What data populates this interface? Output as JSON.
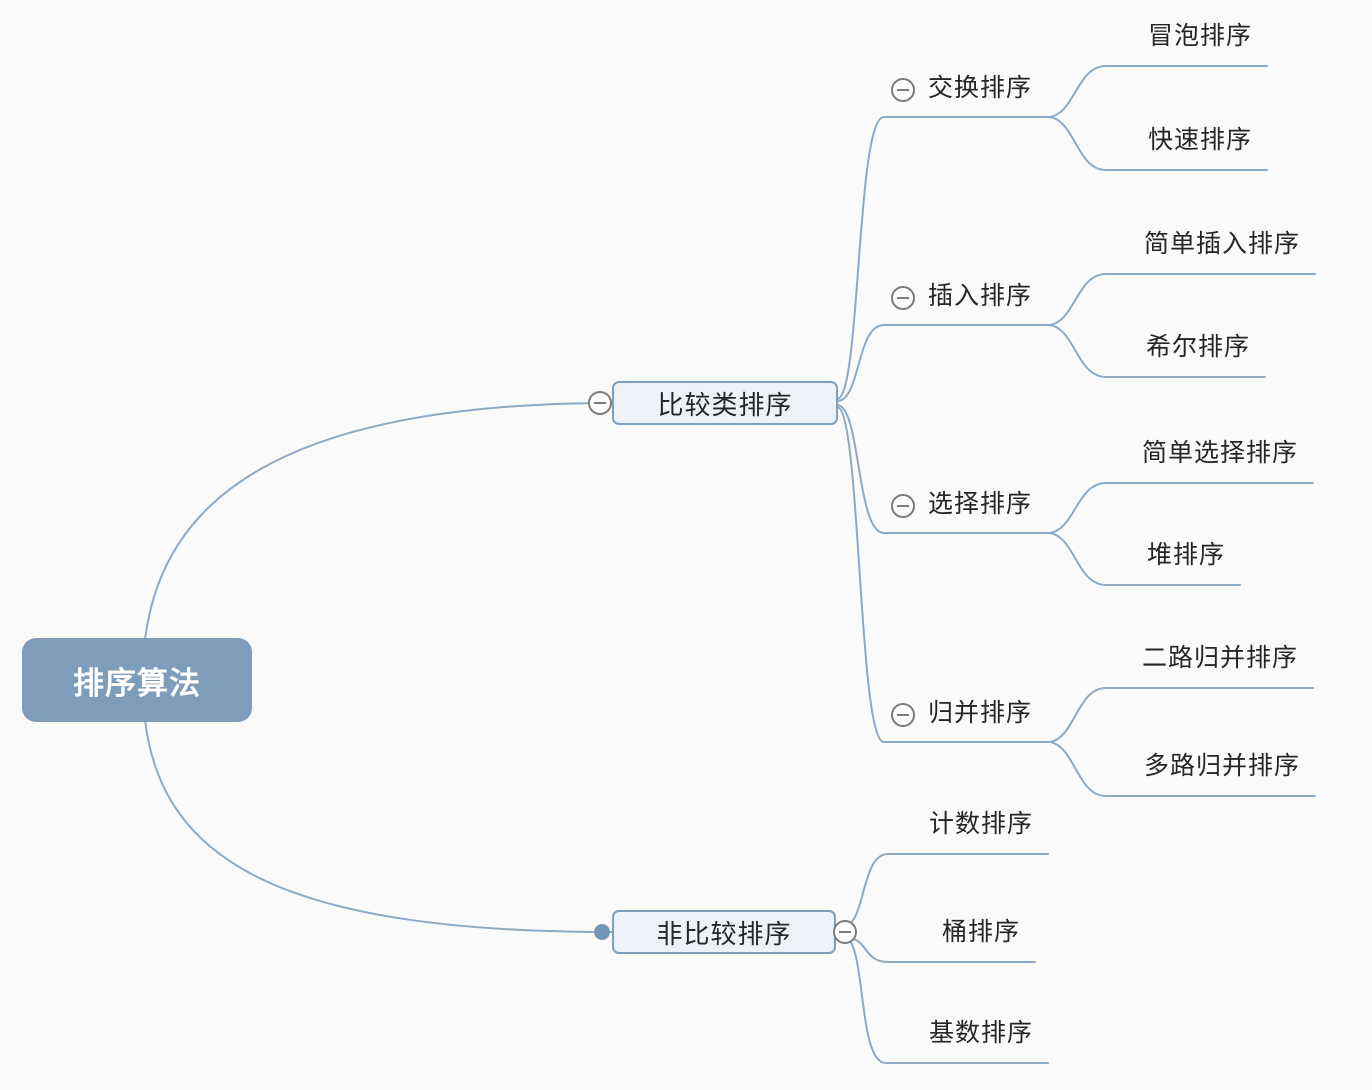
{
  "diagram": {
    "colors": {
      "background": "#fafafa",
      "line": "#8caac6",
      "root_fill": "#7e9dba",
      "root_text": "#ffffff",
      "topic_fill": "#edf2f8",
      "topic_border": "#7da0bf",
      "text": "#262626",
      "icon_border": "#7b7b7b",
      "dot": "#7395b7"
    },
    "icons": {
      "collapse": "minus-circle",
      "anchor": "filled-dot"
    },
    "root": {
      "label": "排序算法"
    },
    "branches": [
      {
        "label": "比较类排序",
        "children": [
          {
            "label": "交换排序",
            "children": [
              {
                "label": "冒泡排序"
              },
              {
                "label": "快速排序"
              }
            ]
          },
          {
            "label": "插入排序",
            "children": [
              {
                "label": "简单插入排序"
              },
              {
                "label": "希尔排序"
              }
            ]
          },
          {
            "label": "选择排序",
            "children": [
              {
                "label": "简单选择排序"
              },
              {
                "label": "堆排序"
              }
            ]
          },
          {
            "label": "归并排序",
            "children": [
              {
                "label": "二路归并排序"
              },
              {
                "label": "多路归并排序"
              }
            ]
          }
        ]
      },
      {
        "label": "非比较排序",
        "children": [
          {
            "label": "计数排序"
          },
          {
            "label": "桶排序"
          },
          {
            "label": "基数排序"
          }
        ]
      }
    ]
  }
}
